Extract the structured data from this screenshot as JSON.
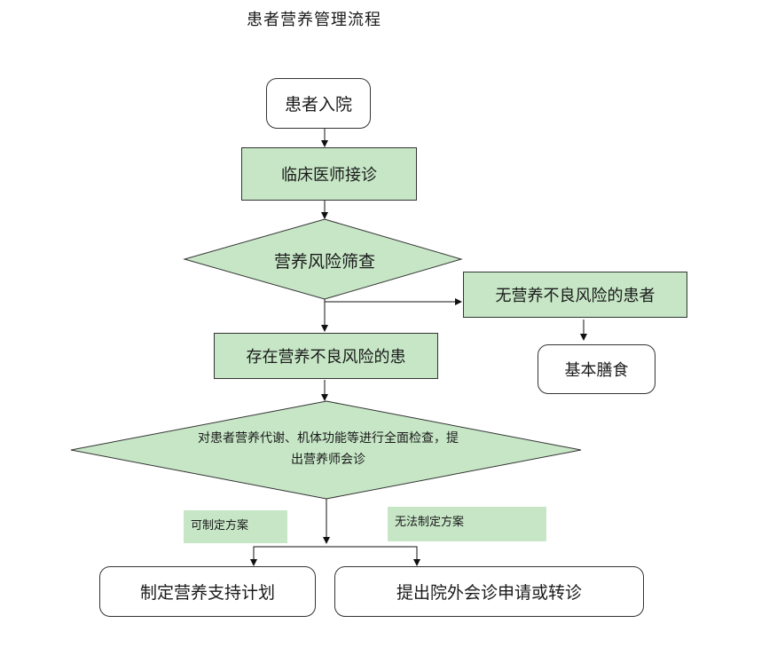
{
  "title": "患者营养管理流程",
  "nodes": {
    "admission": "患者入院",
    "doctor": "临床医师接诊",
    "screening": "营养风险筛查",
    "no_risk": "无营养不良风险的患者",
    "basic_diet": "基本膳食",
    "risk": "存在营养不良风险的患",
    "assessment": "对患者营养代谢、机体功能等进行全面检查，提出营养师会诊",
    "plan": "制定营养支持计划",
    "referral": "提出院外会诊申请或转诊"
  },
  "labels": {
    "can_plan": "可制定方案",
    "cannot_plan": "无法制定方案"
  },
  "colors": {
    "fill_green": "#c6e6c6",
    "stroke": "#333333"
  }
}
